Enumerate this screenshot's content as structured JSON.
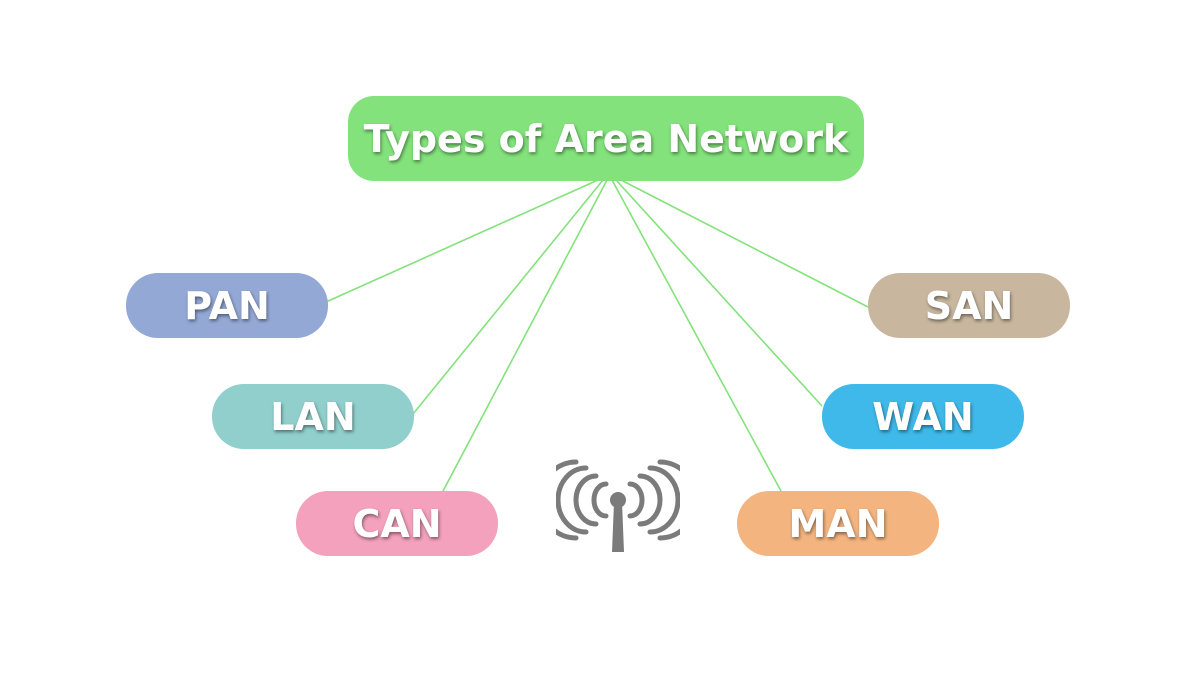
{
  "diagram": {
    "root": {
      "label": "Types of Area Network",
      "color": "#83e27b"
    },
    "nodes": [
      {
        "id": "pan",
        "label": "PAN",
        "color": "#94a8d6"
      },
      {
        "id": "lan",
        "label": "LAN",
        "color": "#90cfcc"
      },
      {
        "id": "can",
        "label": "CAN",
        "color": "#f3a1bd"
      },
      {
        "id": "san",
        "label": "SAN",
        "color": "#c8b79e"
      },
      {
        "id": "wan",
        "label": "WAN",
        "color": "#3fb9ea"
      },
      {
        "id": "man",
        "label": "MAN",
        "color": "#f4b47f"
      }
    ],
    "connector_color": "#83e27b",
    "icon": {
      "name": "antenna-signal-icon",
      "color": "#7b7b7b"
    }
  }
}
